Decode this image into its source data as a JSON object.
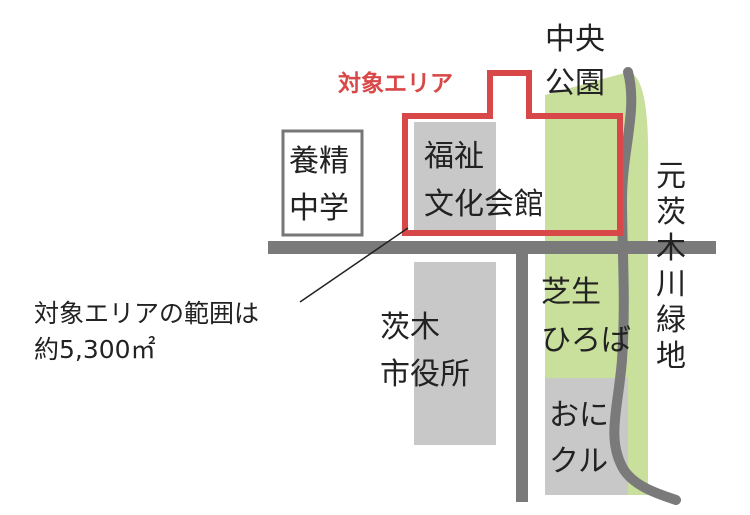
{
  "colors": {
    "road": "#7a7a7a",
    "building": "#c8c8c8",
    "park": "#c9df9c",
    "target_outline": "#d94848",
    "text": "#222222",
    "school_border": "#777777"
  },
  "labels": {
    "target_area": "対象エリア",
    "central_park": [
      "中央",
      "公園"
    ],
    "school": [
      "養精",
      "中学"
    ],
    "welfare_center": [
      "福祉",
      "文化会館"
    ],
    "river_green": [
      "元",
      "茨",
      "木",
      "川",
      "緑",
      "地"
    ],
    "city_hall": [
      "茨木",
      "市役所"
    ],
    "lawn_plaza": [
      "芝生",
      "ひろば"
    ],
    "onikuru": [
      "おに",
      "クル"
    ],
    "range_note": [
      "対象エリアの範囲は",
      "約5,300㎡"
    ]
  }
}
